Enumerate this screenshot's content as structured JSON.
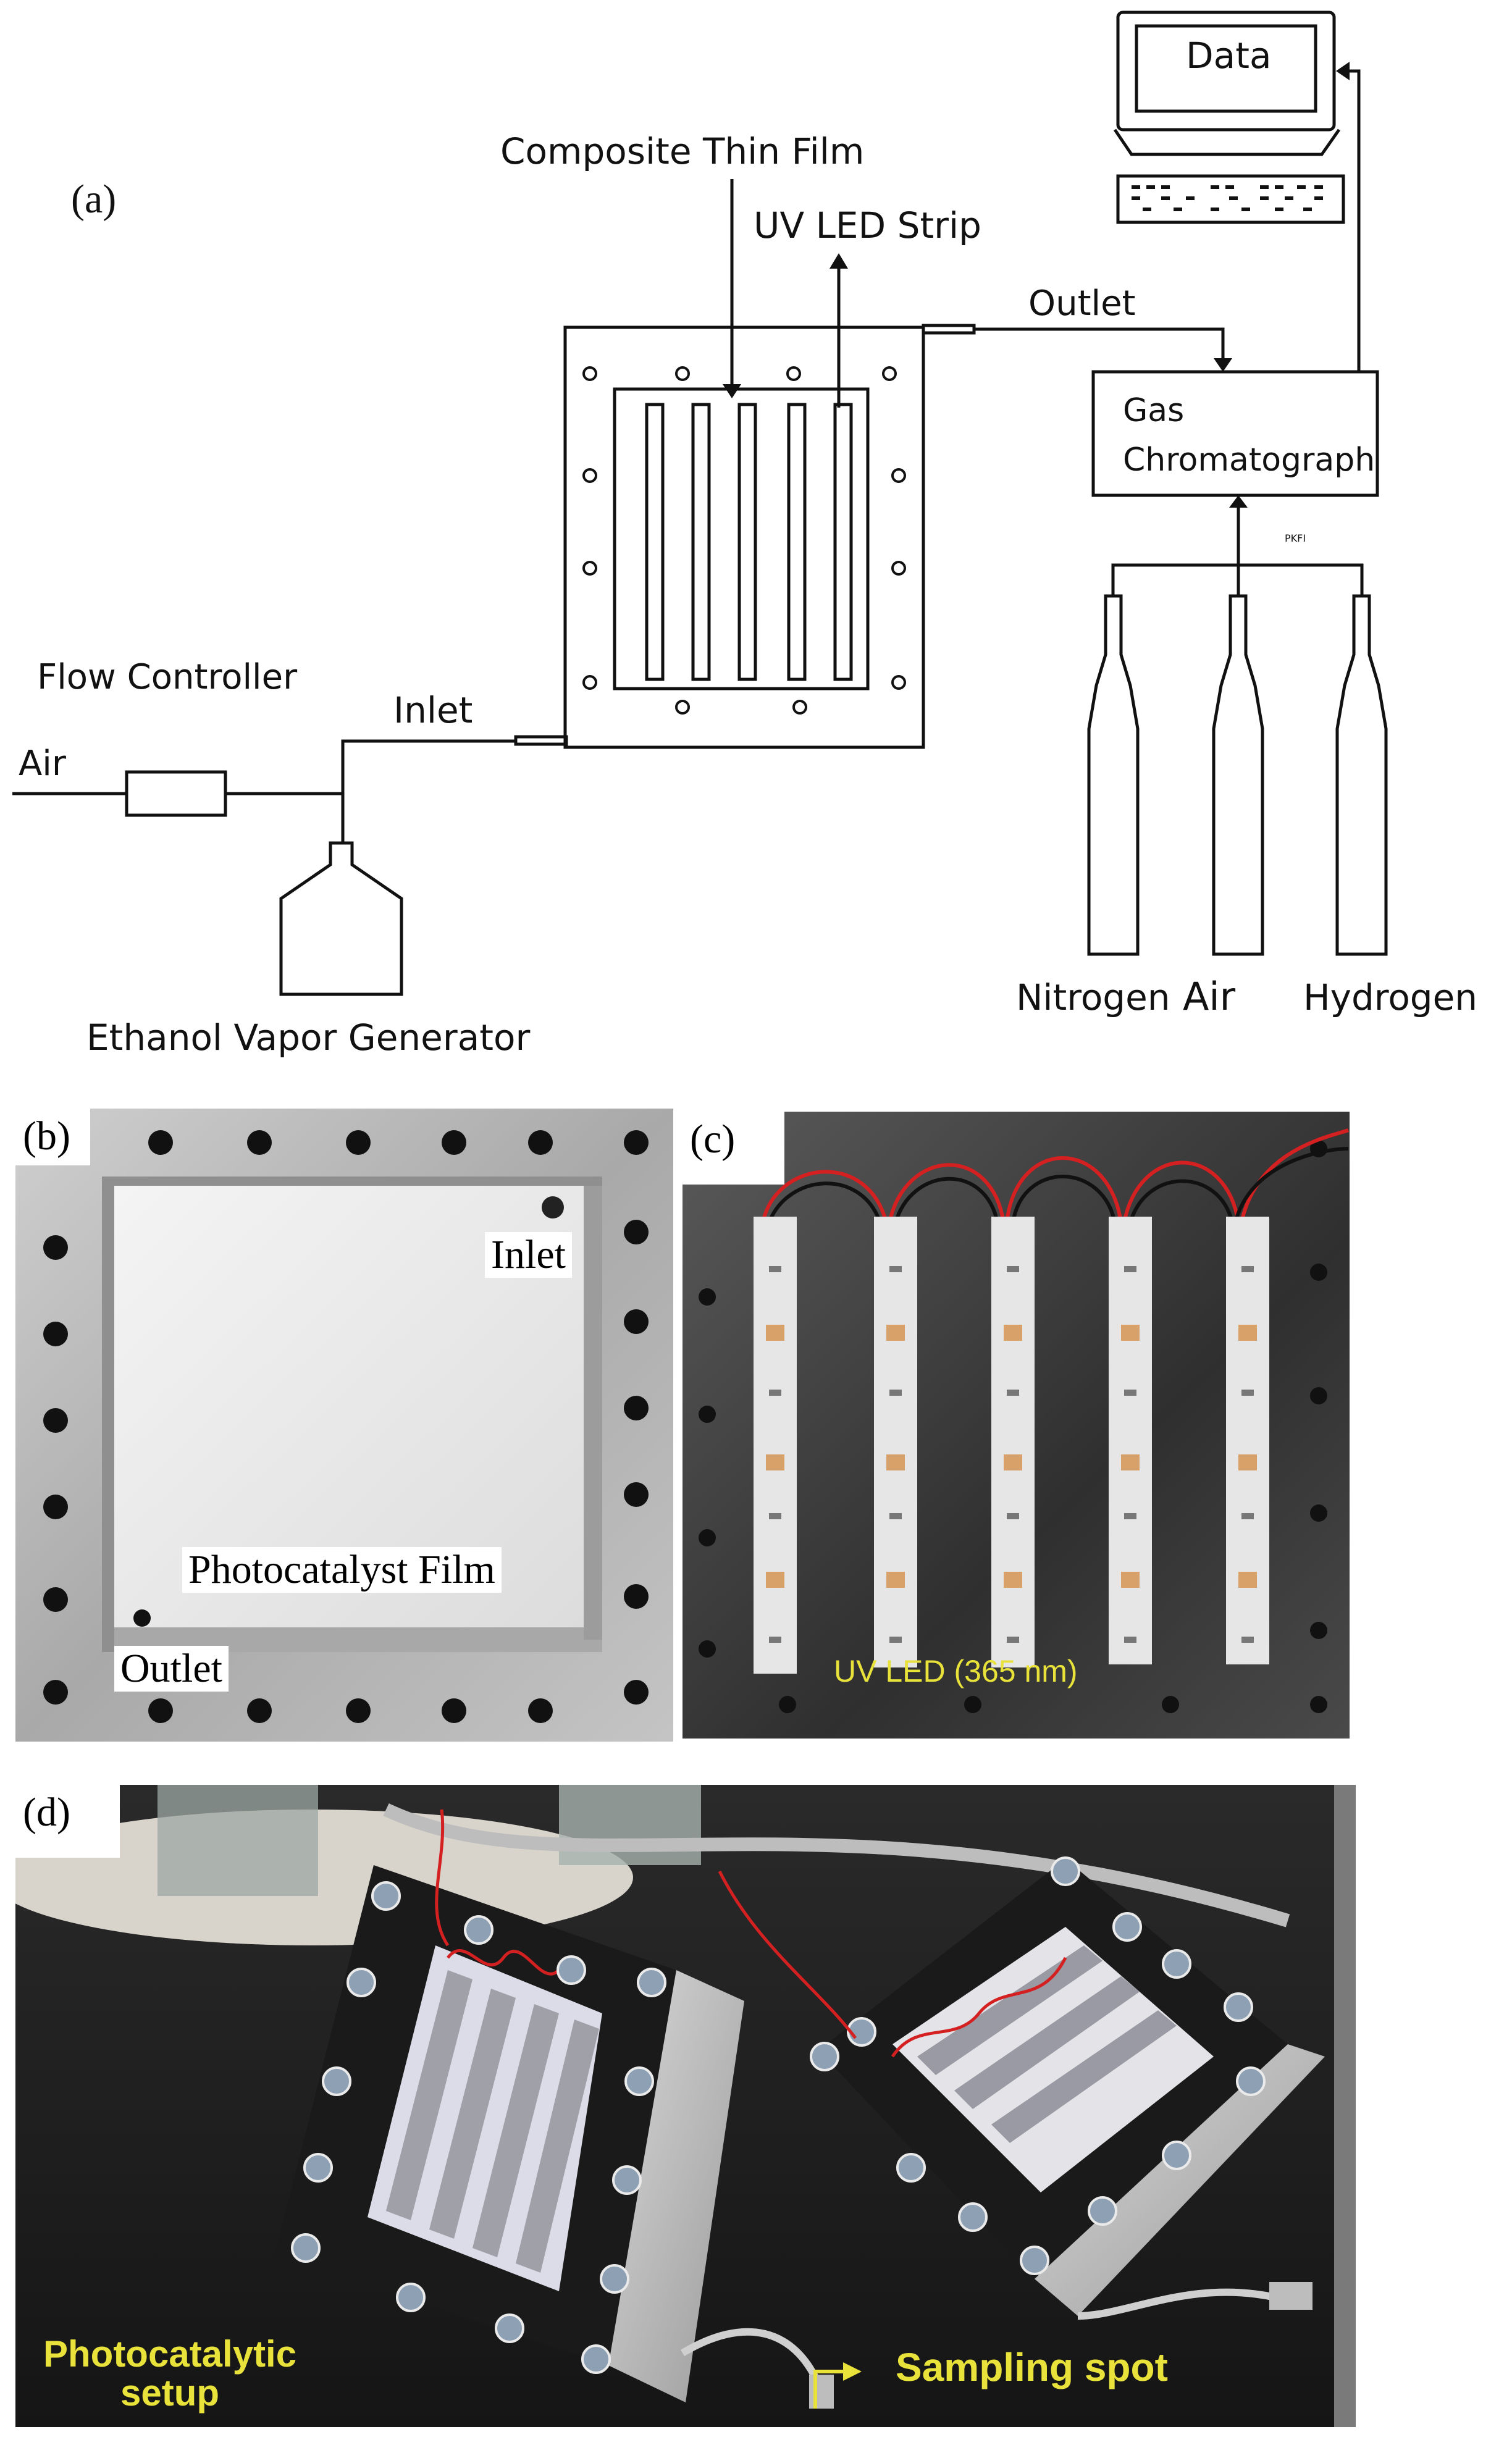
{
  "panels": {
    "a": {
      "label": "(a)",
      "labels": {
        "composite_thin_film": "Composite Thin Film",
        "uv_led_strip": "UV LED Strip",
        "outlet": "Outlet",
        "data": "Data",
        "gas": "Gas",
        "chromatograph": "Chromatograph",
        "flow_controller": "Flow Controller",
        "inlet": "Inlet",
        "air": "Air",
        "ethanol_vapor_generator": "Ethanol Vapor Generator",
        "nitrogen": "Nitrogen",
        "air_cylinder": "Air",
        "hydrogen": "Hydrogen",
        "tiny_text": "PKFI"
      }
    },
    "b": {
      "label": "(b)",
      "inlet": "Inlet",
      "photocatalyst_film": "Photocatalyst Film",
      "outlet": "Outlet"
    },
    "c": {
      "label": "(c)",
      "uv_led": "UV LED (365 nm)"
    },
    "d": {
      "label": "(d)",
      "photocatalytic_setup_line1": "Photocatalytic",
      "photocatalytic_setup_line2": "setup",
      "sampling_spot": "Sampling spot"
    }
  },
  "colors": {
    "line": "#111111",
    "aluminum": "#b9b9b9",
    "led_strip": "#e6e6e6",
    "led_chip": "#d9a16a",
    "wire_red": "#d42020",
    "photo_label_yellow": "#e8e23a",
    "bench": "#1e1e1e"
  }
}
